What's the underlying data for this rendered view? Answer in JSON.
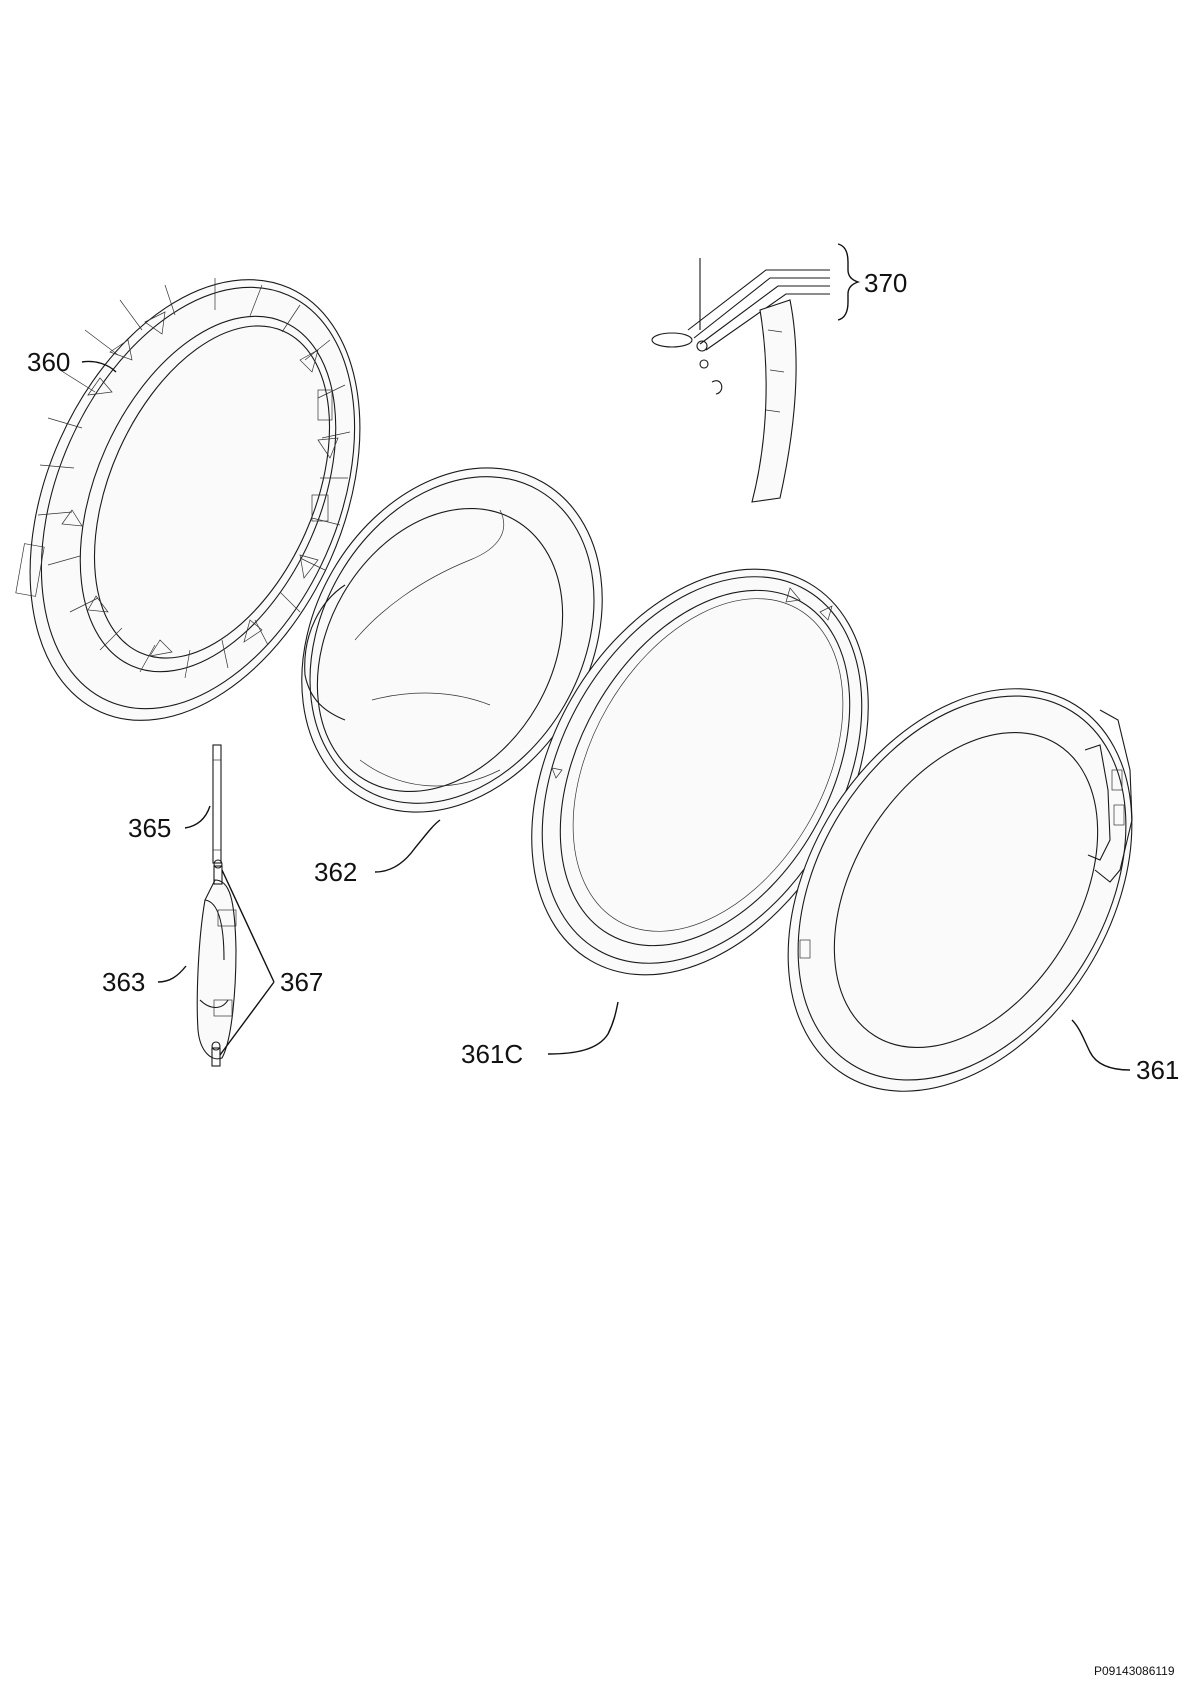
{
  "labels": {
    "l360": "360",
    "l370": "370",
    "l365": "365",
    "l362": "362",
    "l363": "363",
    "l367": "367",
    "l361C": "361C",
    "l361": "361"
  },
  "drawing_code": "P09143086119"
}
